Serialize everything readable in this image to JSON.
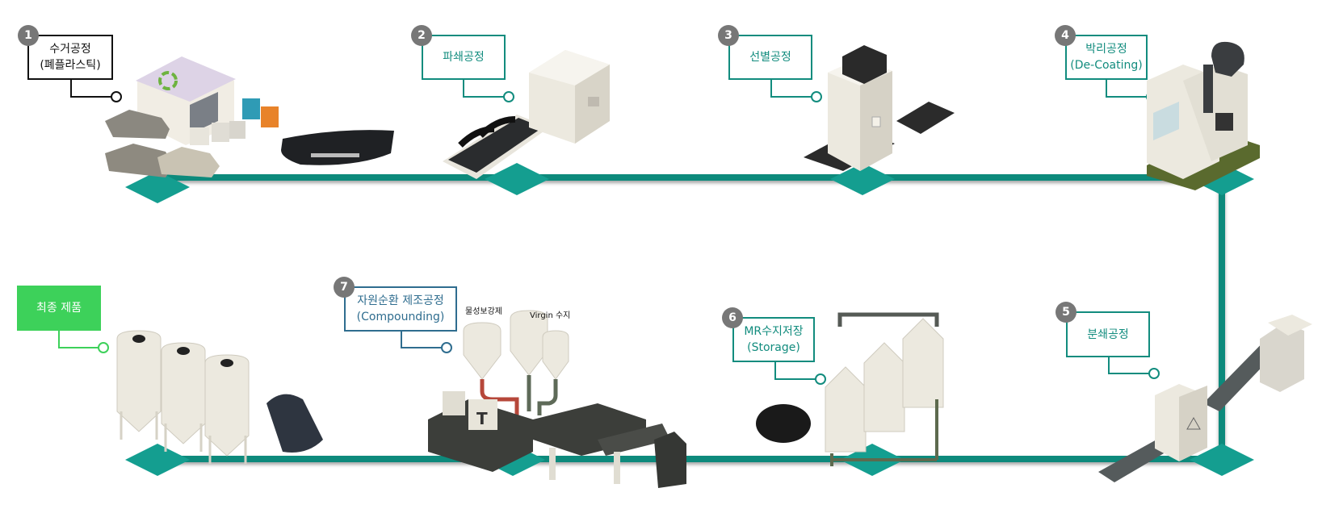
{
  "title": "MR 수지 자원순환 공정도",
  "colors": {
    "track": "#0f8a7c",
    "pad": "#149e90",
    "label_teal": "#128c7e",
    "label_blue": "#2f6d8f",
    "label_black": "#111111",
    "final_green": "#3dd15a",
    "badge_gray": "#777777"
  },
  "steps": [
    {
      "number": "1",
      "line1": "수거공정",
      "line2": "(폐플라스틱)",
      "icon": "warehouse-cars-icon"
    },
    {
      "number": "2",
      "line1": "파쇄공정",
      "line2": "",
      "icon": "crusher-conveyor-icon"
    },
    {
      "number": "3",
      "line1": "선별공정",
      "line2": "",
      "icon": "sorting-machine-icon"
    },
    {
      "number": "4",
      "line1": "박리공정",
      "line2": "(De-Coating)",
      "icon": "decoating-machine-icon"
    },
    {
      "number": "5",
      "line1": "분쇄공정",
      "line2": "",
      "icon": "grinder-conveyor-icon"
    },
    {
      "number": "6",
      "line1": "MR수지저장",
      "line2": "(Storage)",
      "icon": "storage-tanks-icon"
    },
    {
      "number": "7",
      "line1": "자원순환 제조공정",
      "line2": "(Compounding)",
      "icon": "extruder-icon"
    }
  ],
  "final": {
    "label": "최종 제품",
    "icon": "silos-icon"
  },
  "hopper_labels": {
    "additive": "물성보강제",
    "virgin": "Virgin 수지"
  }
}
